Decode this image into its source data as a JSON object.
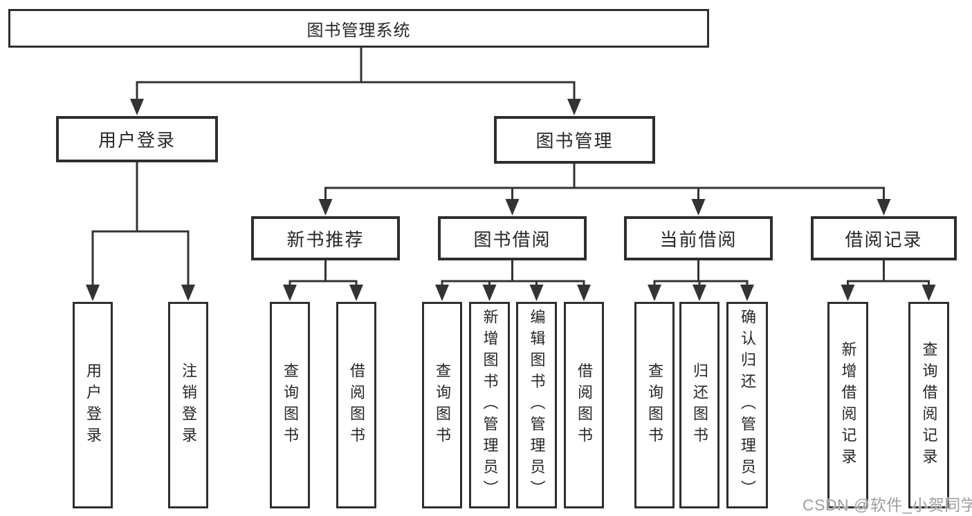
{
  "diagram": {
    "root_label": "图书管理系统",
    "branches": [
      {
        "label": "用户登录",
        "children": [
          {
            "label": "用户登录"
          },
          {
            "label": "注销登录"
          }
        ]
      },
      {
        "label": "图书管理",
        "children": [
          {
            "label": "新书推荐",
            "children": [
              {
                "label": "查询图书"
              },
              {
                "label": "借阅图书"
              }
            ]
          },
          {
            "label": "图书借阅",
            "children": [
              {
                "label": "查询图书"
              },
              {
                "label": "新增图书（管理员）"
              },
              {
                "label": "编辑图书（管理员）"
              },
              {
                "label": "借阅图书"
              }
            ]
          },
          {
            "label": "当前借阅",
            "children": [
              {
                "label": "查询图书"
              },
              {
                "label": "归还图书"
              },
              {
                "label": "确认归还（管理员）"
              }
            ]
          },
          {
            "label": "借阅记录",
            "children": [
              {
                "label": "新增借阅记录"
              },
              {
                "label": "查询借阅记录"
              }
            ]
          }
        ]
      }
    ]
  },
  "watermark": {
    "text": "CSDN @软件_小贺同学"
  },
  "colors": {
    "line": "#333333",
    "border": "#2e2e2e",
    "text": "#262626",
    "background": "#ffffff",
    "watermark": "#9e9e9e"
  }
}
